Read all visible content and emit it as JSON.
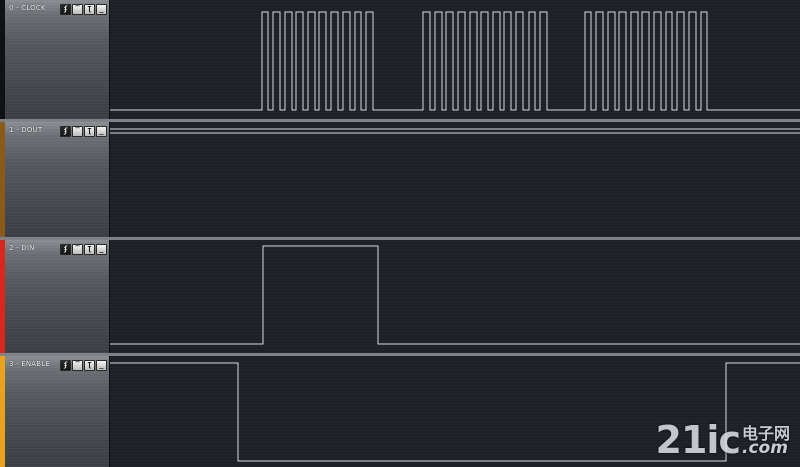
{
  "channels": [
    {
      "label": "0 - CLOCK",
      "color": "#101114",
      "signal": [
        [
          0,
          0
        ],
        [
          152,
          1
        ],
        [
          158,
          0
        ],
        [
          163,
          1
        ],
        [
          170,
          0
        ],
        [
          175,
          1
        ],
        [
          182,
          0
        ],
        [
          186,
          1
        ],
        [
          193,
          0
        ],
        [
          198,
          1
        ],
        [
          205,
          0
        ],
        [
          209,
          1
        ],
        [
          216,
          0
        ],
        [
          221,
          1
        ],
        [
          228,
          0
        ],
        [
          233,
          1
        ],
        [
          240,
          0
        ],
        [
          245,
          1
        ],
        [
          251,
          0
        ],
        [
          256,
          1
        ],
        [
          263,
          0
        ],
        [
          276,
          0
        ],
        [
          313,
          1
        ],
        [
          320,
          0
        ],
        [
          325,
          1
        ],
        [
          332,
          0
        ],
        [
          336,
          1
        ],
        [
          343,
          0
        ],
        [
          348,
          1
        ],
        [
          355,
          0
        ],
        [
          360,
          1
        ],
        [
          367,
          0
        ],
        [
          371,
          1
        ],
        [
          378,
          0
        ],
        [
          383,
          1
        ],
        [
          390,
          0
        ],
        [
          394,
          1
        ],
        [
          401,
          0
        ],
        [
          406,
          1
        ],
        [
          413,
          0
        ],
        [
          419,
          1
        ],
        [
          425,
          0
        ],
        [
          430,
          1
        ],
        [
          437,
          0
        ],
        [
          475,
          1
        ],
        [
          481,
          0
        ],
        [
          486,
          1
        ],
        [
          493,
          0
        ],
        [
          498,
          1
        ],
        [
          505,
          0
        ],
        [
          509,
          1
        ],
        [
          516,
          0
        ],
        [
          521,
          1
        ],
        [
          528,
          0
        ],
        [
          532,
          1
        ],
        [
          539,
          0
        ],
        [
          544,
          1
        ],
        [
          551,
          0
        ],
        [
          556,
          1
        ],
        [
          562,
          0
        ],
        [
          567,
          1
        ],
        [
          574,
          0
        ],
        [
          579,
          1
        ],
        [
          586,
          0
        ],
        [
          591,
          1
        ],
        [
          597,
          0
        ],
        [
          690,
          0
        ]
      ]
    },
    {
      "label": "1 - DOUT",
      "color": "#8a5a1a",
      "signal": [
        [
          0,
          1
        ],
        [
          690,
          1
        ]
      ]
    },
    {
      "label": "2 - DIN",
      "color": "#d9271d",
      "signal": [
        [
          0,
          0
        ],
        [
          153,
          1
        ],
        [
          268,
          0
        ],
        [
          690,
          0
        ]
      ]
    },
    {
      "label": "3 - ENABLE",
      "color": "#e8a21c",
      "signal": [
        [
          0,
          1
        ],
        [
          128,
          0
        ],
        [
          616,
          1
        ],
        [
          690,
          1
        ]
      ]
    }
  ],
  "trigger_buttons": [
    {
      "glyph": "ʄ",
      "icon": "edge-trigger-icon"
    },
    {
      "glyph": "‾",
      "icon": "high-trigger-icon"
    },
    {
      "glyph": "Ʈ",
      "icon": "falling-trigger-icon"
    },
    {
      "glyph": "_",
      "icon": "low-trigger-icon"
    }
  ],
  "watermark": {
    "main": "21ic",
    "cn": "电子网",
    "com": ".com"
  },
  "colors": {
    "trace": "#d8dce2",
    "plot_bg": "#1d2027",
    "separator": "#7e8186"
  }
}
